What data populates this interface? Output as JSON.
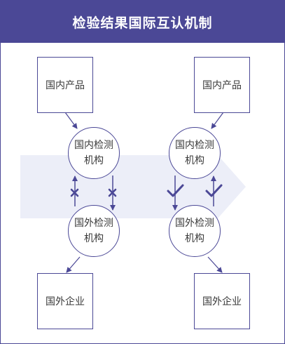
{
  "title": "检验结果国际互认机制",
  "labels": {
    "domestic_product": "国内产品",
    "domestic_lab": "国内检测机构",
    "foreign_lab": "国外检测机构",
    "foreign_company": "国外企业"
  },
  "panels": [
    {
      "side": "left",
      "mutual_recognition": false,
      "mark_icon": "cross-icon"
    },
    {
      "side": "right",
      "mutual_recognition": true,
      "mark_icon": "check-icon"
    }
  ],
  "colors": {
    "primary": "#4b4896",
    "band": "#eceef8"
  }
}
